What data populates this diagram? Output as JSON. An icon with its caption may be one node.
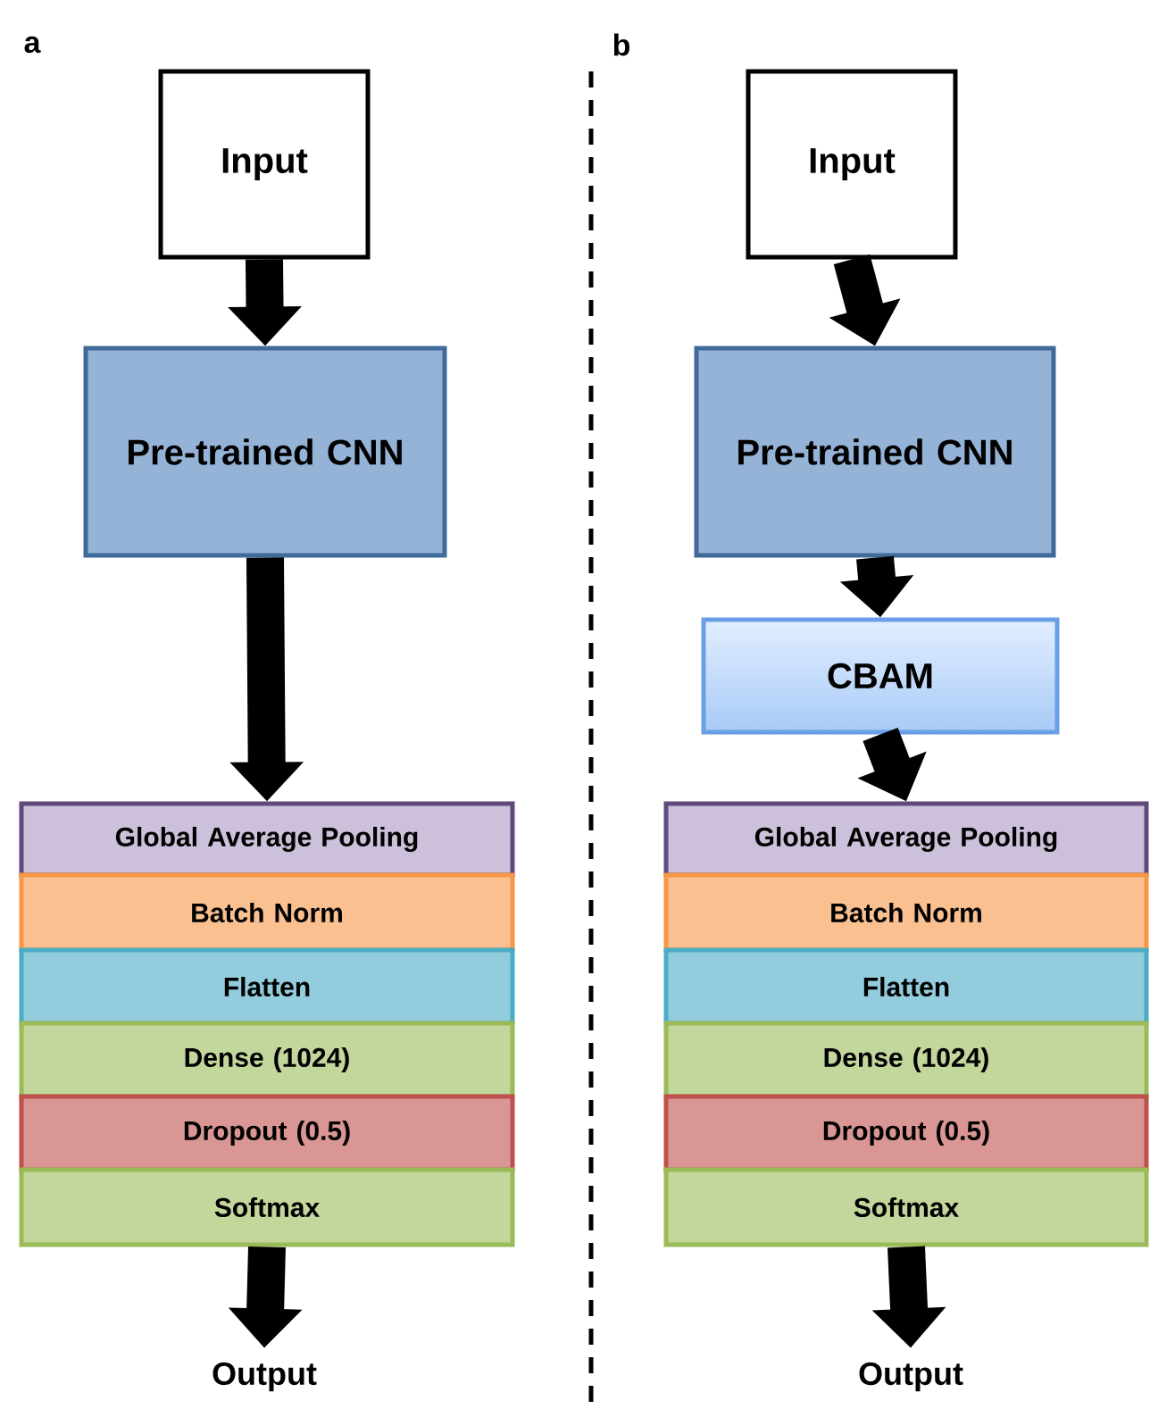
{
  "diagram": {
    "nodes": [
      {
        "text": [
          "Input"
        ]
      },
      {
        "text": [
          "Pre-trained CNN"
        ]
      },
      {
        "text": [
          "Global Average Pooling"
        ]
      },
      {
        "text": [
          "Batch Norm"
        ]
      },
      {
        "text": [
          "Flatten"
        ]
      },
      {
        "text": [
          "Dense (1024)"
        ]
      },
      {
        "text": [
          "Dropout (0.5)"
        ]
      },
      {
        "text": [
          "Softmax"
        ]
      },
      {
        "text": [
          "Output"
        ]
      },
      {
        "text": [
          "Input"
        ]
      },
      {
        "text": [
          "Pre-trained CNN"
        ]
      },
      {
        "text": [
          "CBAM"
        ]
      },
      {
        "text": [
          "Global Average Pooling"
        ]
      },
      {
        "text": [
          "Batch Norm"
        ]
      },
      {
        "text": [
          "Flatten"
        ]
      },
      {
        "text": [
          "Dense (1024)"
        ]
      },
      {
        "text": [
          "Dropout (0.5)"
        ]
      },
      {
        "text": [
          "Softmax"
        ]
      },
      {
        "text": [
          "Output"
        ]
      }
    ],
    "edges": [
      {
        "from": 0,
        "to": 1,
        "arrow": "to"
      },
      {
        "from": 1,
        "to": 2,
        "arrow": "to"
      },
      {
        "from": 7,
        "to": 8,
        "arrow": "to"
      },
      {
        "from": 9,
        "to": 10,
        "arrow": "to"
      },
      {
        "from": 10,
        "to": 11,
        "arrow": "to"
      },
      {
        "from": 11,
        "to": 12,
        "arrow": "to"
      },
      {
        "from": 17,
        "to": 18,
        "arrow": "to"
      }
    ],
    "labels": [
      "a",
      "b"
    ]
  }
}
